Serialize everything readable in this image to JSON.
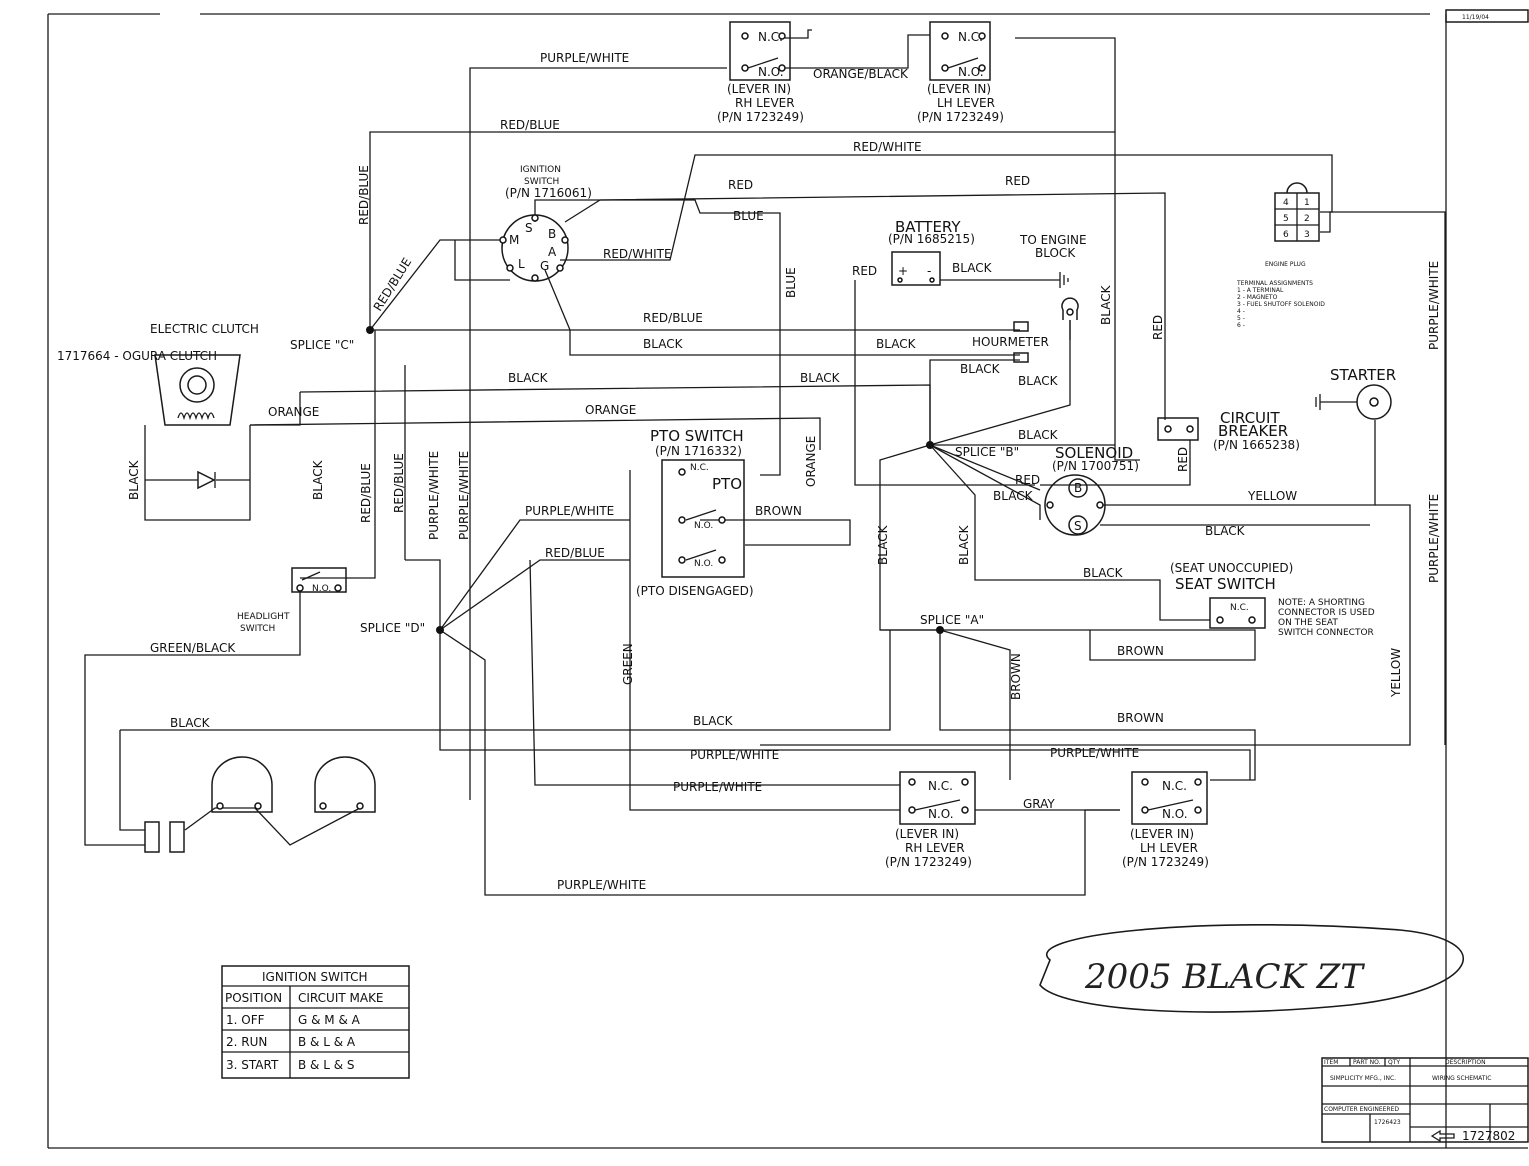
{
  "title_block": {
    "company": "SIMPLICITY MFG., INC.",
    "description_header": "DESCRIPTION",
    "item_header": "ITEM",
    "part_header": "PART NO.",
    "qty_header": "QTY",
    "name": "WIRING SCHEMATIC",
    "drawing_number": "1727802",
    "similar_to": "1726423",
    "engineered": "COMPUTER ENGINEERED",
    "corner_note": "11/19/04"
  },
  "handwritten_note": "2005 BLACK ZT",
  "ignition_table": {
    "title": "IGNITION SWITCH",
    "headers": [
      "POSITION",
      "CIRCUIT MAKE"
    ],
    "rows": [
      [
        "1. OFF",
        "G & M & A"
      ],
      [
        "2. RUN",
        "B & L & A"
      ],
      [
        "3. START",
        "B & L & S"
      ]
    ]
  },
  "components": {
    "rh_lever_top": {
      "state": "(LEVER IN)",
      "name": "RH LEVER",
      "pn": "(P/N 1723249)",
      "nc": "N.C.",
      "no": "N.O."
    },
    "lh_lever_top": {
      "state": "(LEVER IN)",
      "name": "LH LEVER",
      "pn": "(P/N 1723249)",
      "nc": "N.C.",
      "no": "N.O."
    },
    "rh_lever_bottom": {
      "state": "(LEVER IN)",
      "name": "RH LEVER",
      "pn": "(P/N 1723249)",
      "nc": "N.C.",
      "no": "N.O."
    },
    "lh_lever_bottom": {
      "state": "(LEVER IN)",
      "name": "LH LEVER",
      "pn": "(P/N 1723249)",
      "nc": "N.C.",
      "no": "N.O."
    },
    "ignition_switch": {
      "l1": "IGNITION",
      "l2": "SWITCH",
      "pn": "(P/N 1716061)",
      "m": "M",
      "s": "S",
      "b": "B",
      "a": "A",
      "l": "L",
      "g": "G"
    },
    "battery": {
      "name": "BATTERY",
      "pn": "(P/N 1685215)"
    },
    "engine_block": {
      "l1": "TO ENGINE",
      "l2": "BLOCK"
    },
    "engine_plug": {
      "name": "ENGINE PLUG",
      "pins": [
        "4",
        "1",
        "5",
        "2",
        "6",
        "3"
      ],
      "assign_title": "TERMINAL ASSIGNMENTS",
      "assignments": [
        "1 - A TERMINAL",
        "2 - MAGNETO",
        "3 - FUEL SHUTOFF SOLENOID",
        "4 -",
        "5 -",
        "6 -"
      ]
    },
    "electric_clutch": {
      "name": "ELECTRIC CLUTCH",
      "model": "1717664 - OGURA CLUTCH"
    },
    "hourmeter": "HOURMETER",
    "starter": "STARTER",
    "circuit_breaker": {
      "l1": "CIRCUIT",
      "l2": "BREAKER",
      "pn": "(P/N 1665238)"
    },
    "solenoid": {
      "name": "SOLENOID",
      "pn": "(P/N 1700751)",
      "b": "B",
      "s": "S"
    },
    "pto_switch": {
      "name": "PTO SWITCH",
      "pn": "(P/N 1716332)",
      "nc": "N.C.",
      "no1": "N.O.",
      "pto": "PTO",
      "state": "(PTO DISENGAGED)"
    },
    "seat_switch": {
      "state": "(SEAT UNOCCUPIED)",
      "name": "SEAT SWITCH",
      "nc": "N.C.",
      "note": [
        "NOTE:  A SHORTING",
        "CONNECTOR IS USED",
        "ON THE SEAT",
        "SWITCH CONNECTOR"
      ]
    },
    "headlight_switch": {
      "l1": "HEADLIGHT",
      "l2": "SWITCH",
      "no": "N.O."
    }
  },
  "splices": {
    "a": "SPLICE \"A\"",
    "b": "SPLICE \"B\"",
    "c": "SPLICE \"C\"",
    "d": "SPLICE \"D\""
  },
  "wire_labels": {
    "purple_white": "PURPLE/WHITE",
    "orange_black": "ORANGE/BLACK",
    "red_blue": "RED/BLUE",
    "red_white": "RED/WHITE",
    "red": "RED",
    "blue": "BLUE",
    "black": "BLACK",
    "orange": "ORANGE",
    "brown": "BROWN",
    "green": "GREEN",
    "green_black": "GREEN/BLACK",
    "gray": "GRAY",
    "yellow": "YELLOW"
  }
}
